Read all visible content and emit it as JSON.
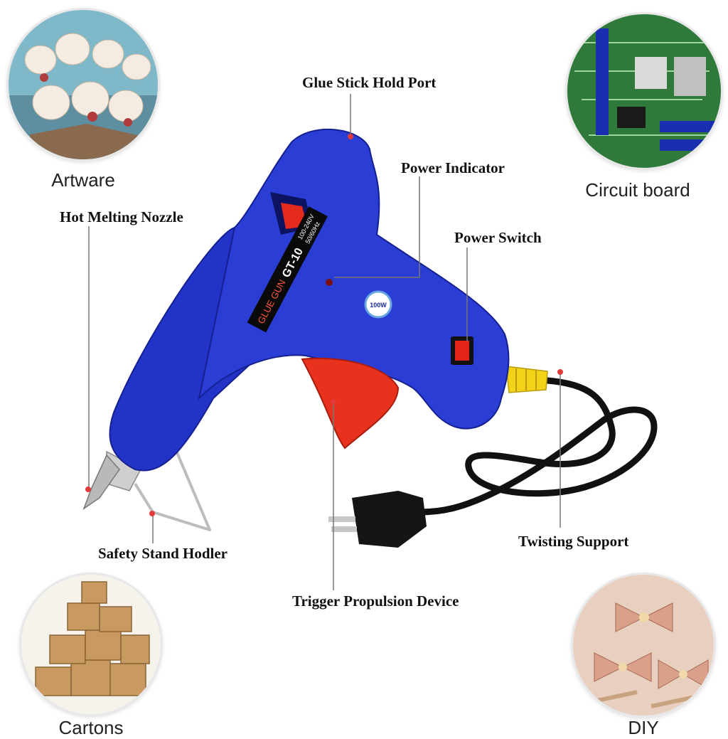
{
  "applications": {
    "artware": "Artware",
    "circuit_board": "Circuit board",
    "cartons": "Cartons",
    "diy": "DIY"
  },
  "callouts": {
    "glue_stick_hold_port": "Glue Stick Hold Port",
    "power_indicator": "Power Indicator",
    "hot_melting_nozzle": "Hot Melting Nozzle",
    "power_switch": "Power Switch",
    "twisting_support": "Twisting Support",
    "safety_stand": "Safety Stand Hodler",
    "trigger": "Trigger Propulsion Device"
  },
  "product_label": {
    "brand": "GLUE GUN",
    "model": "GT-10",
    "voltage": "100-240V",
    "frequency": "50/60Hz",
    "wattage": "100W"
  },
  "colors": {
    "body": "#2233c8",
    "trigger": "#e8321e",
    "cord": "#111111",
    "strain_relief": "#f2d318",
    "callout_dot": "#e23a3a"
  }
}
